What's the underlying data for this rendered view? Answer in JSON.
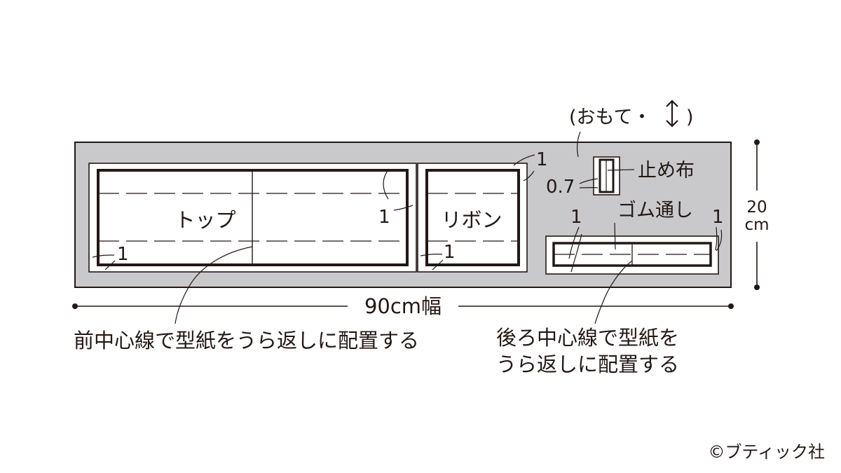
{
  "fabric": {
    "side_note": "(おもて・",
    "side_note_close": ")",
    "side_note_icon": "up-down-arrow-icon",
    "width_label": "90cm幅",
    "height_value": "20",
    "height_unit": "cm",
    "fill_color": "#c9c9cb",
    "line_color": "#231815"
  },
  "pieces": {
    "top": {
      "label": "トップ"
    },
    "ribbon": {
      "label": "リボン"
    },
    "stopper": {
      "label": "止め布"
    },
    "casing": {
      "label": "ゴム通し"
    }
  },
  "allowances": {
    "top_right": "1",
    "top_bottom_left": "1",
    "ribbon_top_right": "1",
    "ribbon_bottom_left": "1",
    "stopper": "0.7",
    "casing_left": "1",
    "casing_right": "1"
  },
  "notes": {
    "front_center": "前中心線で型紙をうら返しに配置する",
    "back_center_line1": "後ろ中心線で型紙を",
    "back_center_line2": "うら返しに配置する"
  },
  "credit": "©ブティック社"
}
